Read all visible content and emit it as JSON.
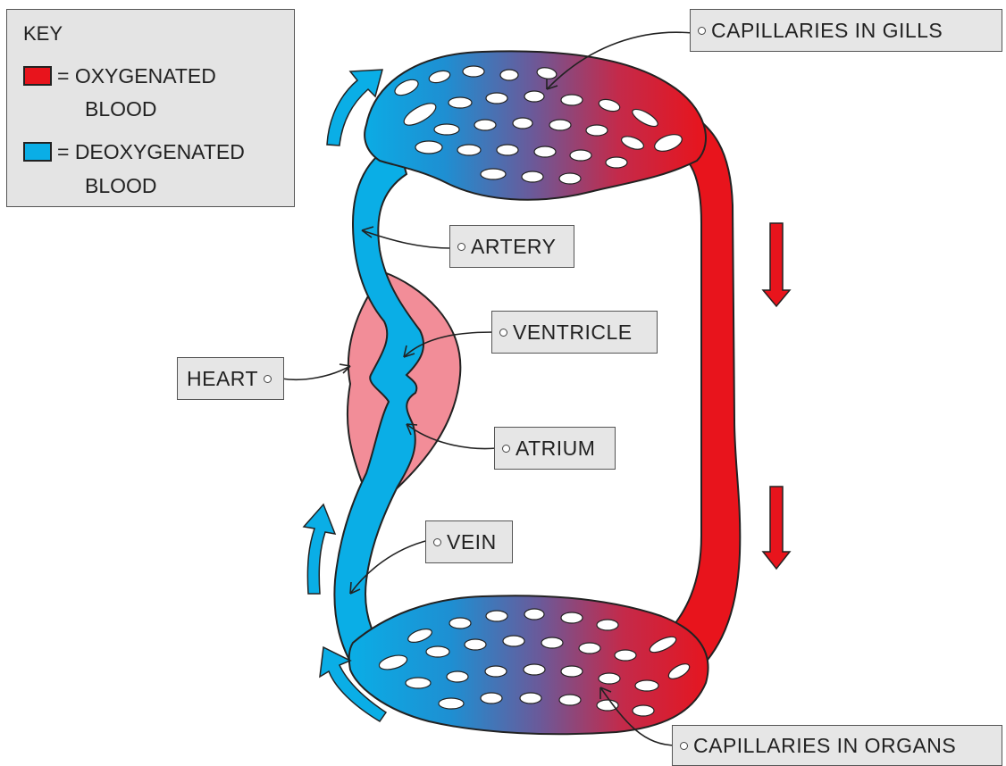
{
  "key": {
    "title": "KEY",
    "oxygenated_line1": "= OXYGENATED",
    "oxygenated_line2": "BLOOD",
    "deoxygenated_line1": "= DEOXYGENATED",
    "deoxygenated_line2": "BLOOD"
  },
  "labels": {
    "capillaries_gills": "CAPILLARIES IN GILLS",
    "artery": "ARTERY",
    "ventricle": "VENTRICLE",
    "heart": "HEART",
    "atrium": "ATRIUM",
    "vein": "VEIN",
    "capillaries_organs": "CAPILLARIES IN ORGANS"
  },
  "colors": {
    "oxygenated": "#e8141c",
    "deoxygenated": "#0aaee6",
    "heart": "#f28d98"
  }
}
